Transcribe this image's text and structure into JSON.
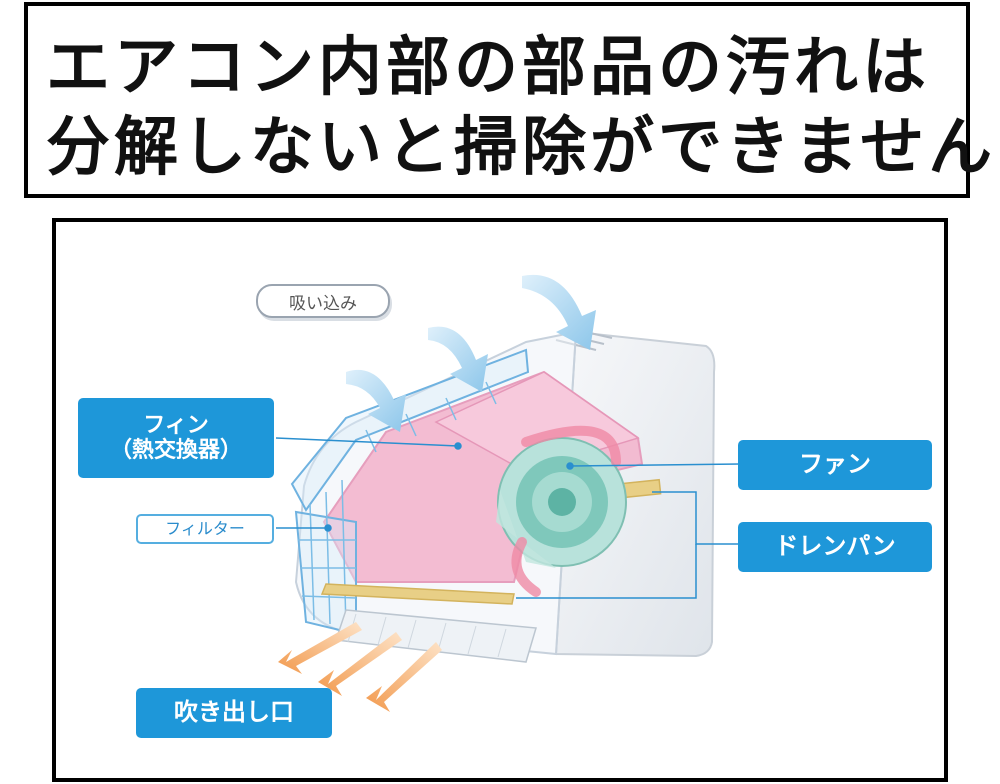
{
  "title": {
    "line1": "エアコン内部の部品の汚れは",
    "line2": "分解しないと掃除ができません"
  },
  "diagram": {
    "labels": {
      "intake": "吸い込み",
      "fin_line1": "フィン",
      "fin_line2": "（熱交換器）",
      "filter": "フィルター",
      "fan": "ファン",
      "drain_pan": "ドレンパン",
      "outlet": "吹き出し口"
    },
    "colors": {
      "label_blue": "#1e97d9",
      "fin_pink": "#f3b7cf",
      "fan_teal": "#7fc8bb",
      "drain_yellow": "#e8cf86",
      "airflow_intake_blue": "#9fd0ee",
      "airflow_outlet_orange": "#f4a45e"
    }
  }
}
